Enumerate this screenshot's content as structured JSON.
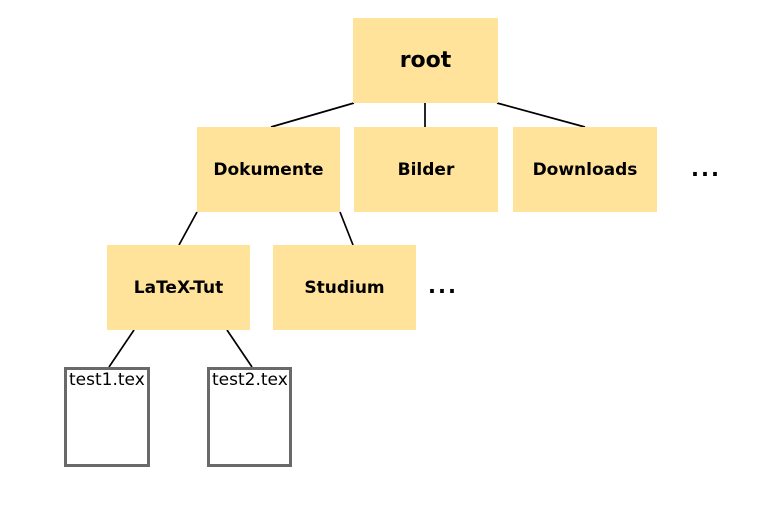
{
  "diagram": {
    "type": "tree",
    "description": "File system hierarchy tree",
    "colors": {
      "background": "#FFFFFF",
      "folder_fill": "#FFE39A",
      "file_border": "#696969",
      "edge": "#000000",
      "text": "#000000"
    },
    "nodes": {
      "root": {
        "label": "root",
        "type": "folder",
        "level": 0
      },
      "dokumente": {
        "label": "Dokumente",
        "type": "folder",
        "level": 1
      },
      "bilder": {
        "label": "Bilder",
        "type": "folder",
        "level": 1
      },
      "downloads": {
        "label": "Downloads",
        "type": "folder",
        "level": 1
      },
      "ellipsis1": {
        "label": "...",
        "type": "ellipsis",
        "level": 1
      },
      "latextut": {
        "label": "LaTeX-Tut",
        "type": "folder",
        "level": 2
      },
      "studium": {
        "label": "Studium",
        "type": "folder",
        "level": 2
      },
      "ellipsis2": {
        "label": "...",
        "type": "ellipsis",
        "level": 2
      },
      "test1": {
        "label": "test1.tex",
        "type": "file",
        "level": 3
      },
      "test2": {
        "label": "test2.tex",
        "type": "file",
        "level": 3
      }
    },
    "edges": [
      {
        "from": "root",
        "to": "dokumente"
      },
      {
        "from": "root",
        "to": "bilder"
      },
      {
        "from": "root",
        "to": "downloads"
      },
      {
        "from": "dokumente",
        "to": "latextut"
      },
      {
        "from": "dokumente",
        "to": "studium"
      },
      {
        "from": "latextut",
        "to": "test1"
      },
      {
        "from": "latextut",
        "to": "test2"
      }
    ]
  }
}
